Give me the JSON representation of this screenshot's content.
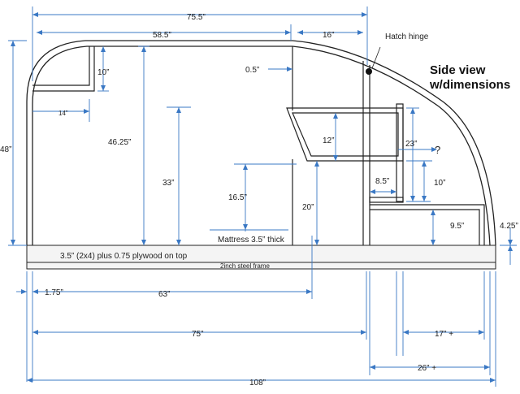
{
  "diagram": {
    "title_line1": "Side view",
    "title_line2": "w/dimensions",
    "hatch_hinge": "Hatch hinge",
    "mattress_note": "Mattress 3.5” thick",
    "plywood_note": "3.5” (2x4) plus 0.75 plywood on top",
    "frame_note": "2inch steel frame",
    "question_mark": "?",
    "dimensions": {
      "overall_top": "75.5”",
      "cabin_top": "58.5”",
      "galley_top": "16”",
      "height_left": "48”",
      "cabinet_height": "10”",
      "cabinet_width": "14”",
      "interior_height": "46.25”",
      "height_33": "33”",
      "height_16_5": "16.5”",
      "wall_thickness": "0.5”",
      "shelf_depth": "12”",
      "bulkhead_height": "20”",
      "galley_upper": "23”",
      "galley_gap": "8.5”",
      "galley_shelf": "10”",
      "counter_height": "9.5”",
      "fender_height": "4.25”",
      "front_offset": "1.75”",
      "width_63": "63”",
      "width_75": "75”",
      "galley_17": "17” +",
      "galley_26": "26” +",
      "overall_bottom": "108”"
    }
  }
}
